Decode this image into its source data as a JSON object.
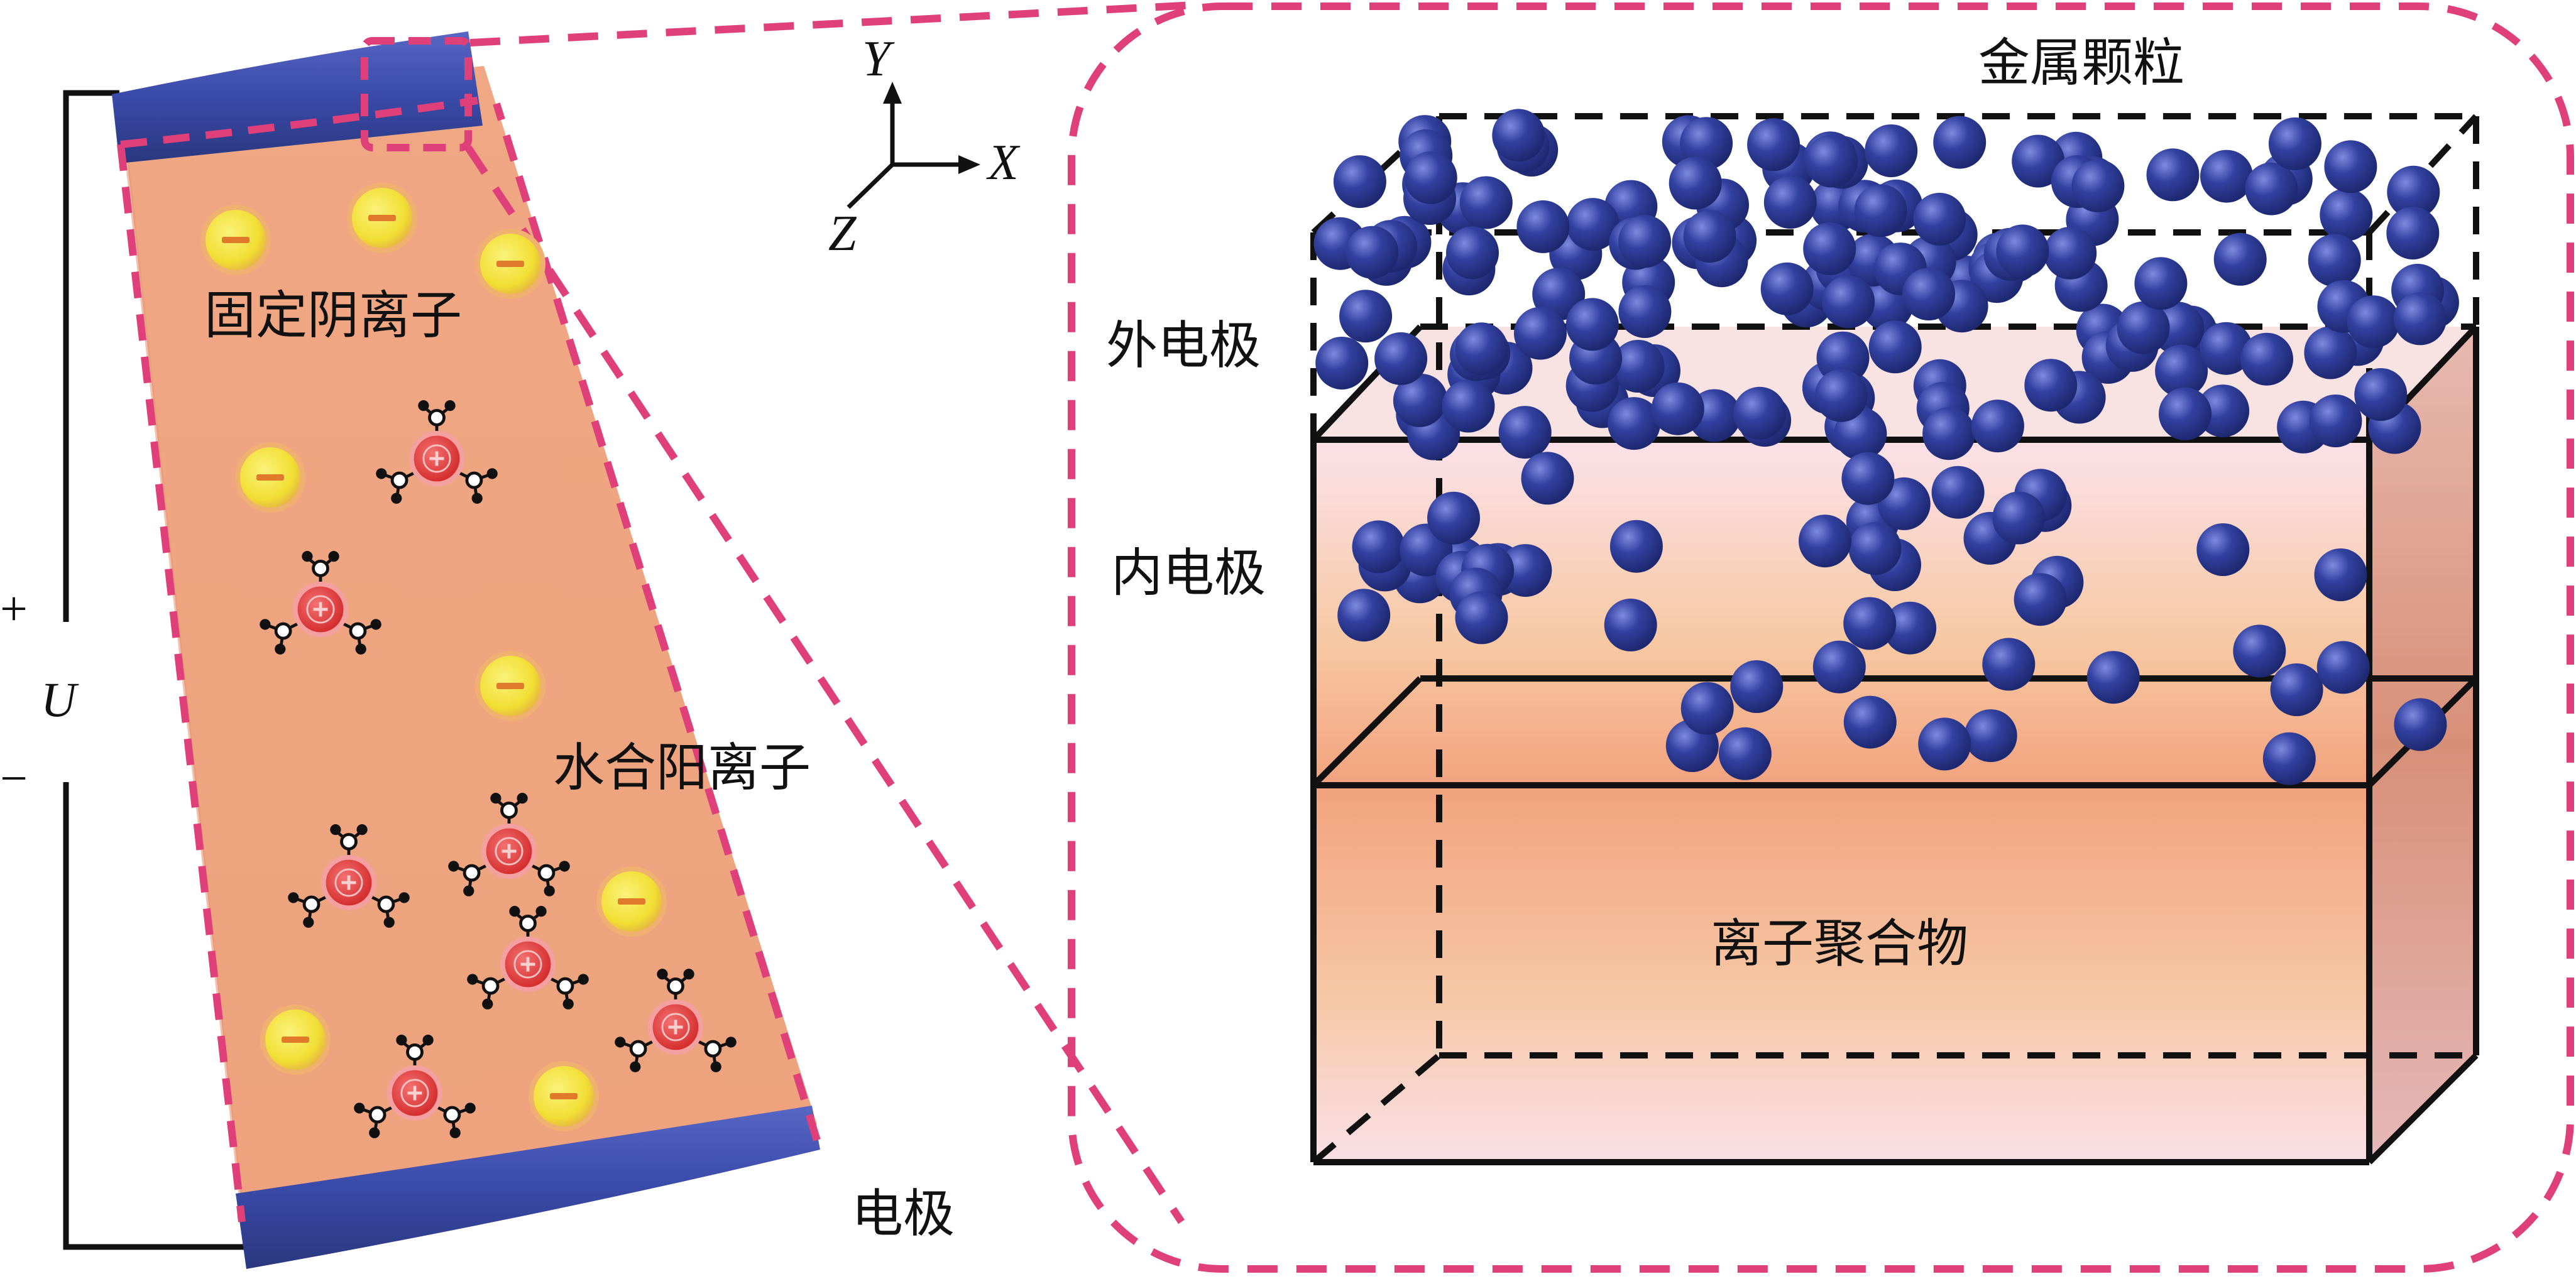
{
  "labels": {
    "fixed_anion": "固定阴离子",
    "hydrated_cation": "水合阳离子",
    "electrode": "电极",
    "metal_particles": "金属颗粒",
    "outer_electrode": "外电极",
    "inner_electrode": "内电极",
    "ionic_polymer": "离子聚合物"
  },
  "axes": {
    "y": "Y",
    "x": "X",
    "z": "Z"
  },
  "voltage": {
    "plus": "+",
    "symbol": "U",
    "minus": "−"
  },
  "colors": {
    "highlight_dash": "#e0407a",
    "electrode_blue": "#3a4aa8",
    "polymer_orange": "#eea47c",
    "anion_yellow": "#f3e23c",
    "cation_red": "#e23b3b",
    "particle_blue": "#2e3c96"
  },
  "icons": {
    "anion": "minus-circle-icon",
    "cation": "plus-circle-icon",
    "particle": "sphere-icon"
  }
}
